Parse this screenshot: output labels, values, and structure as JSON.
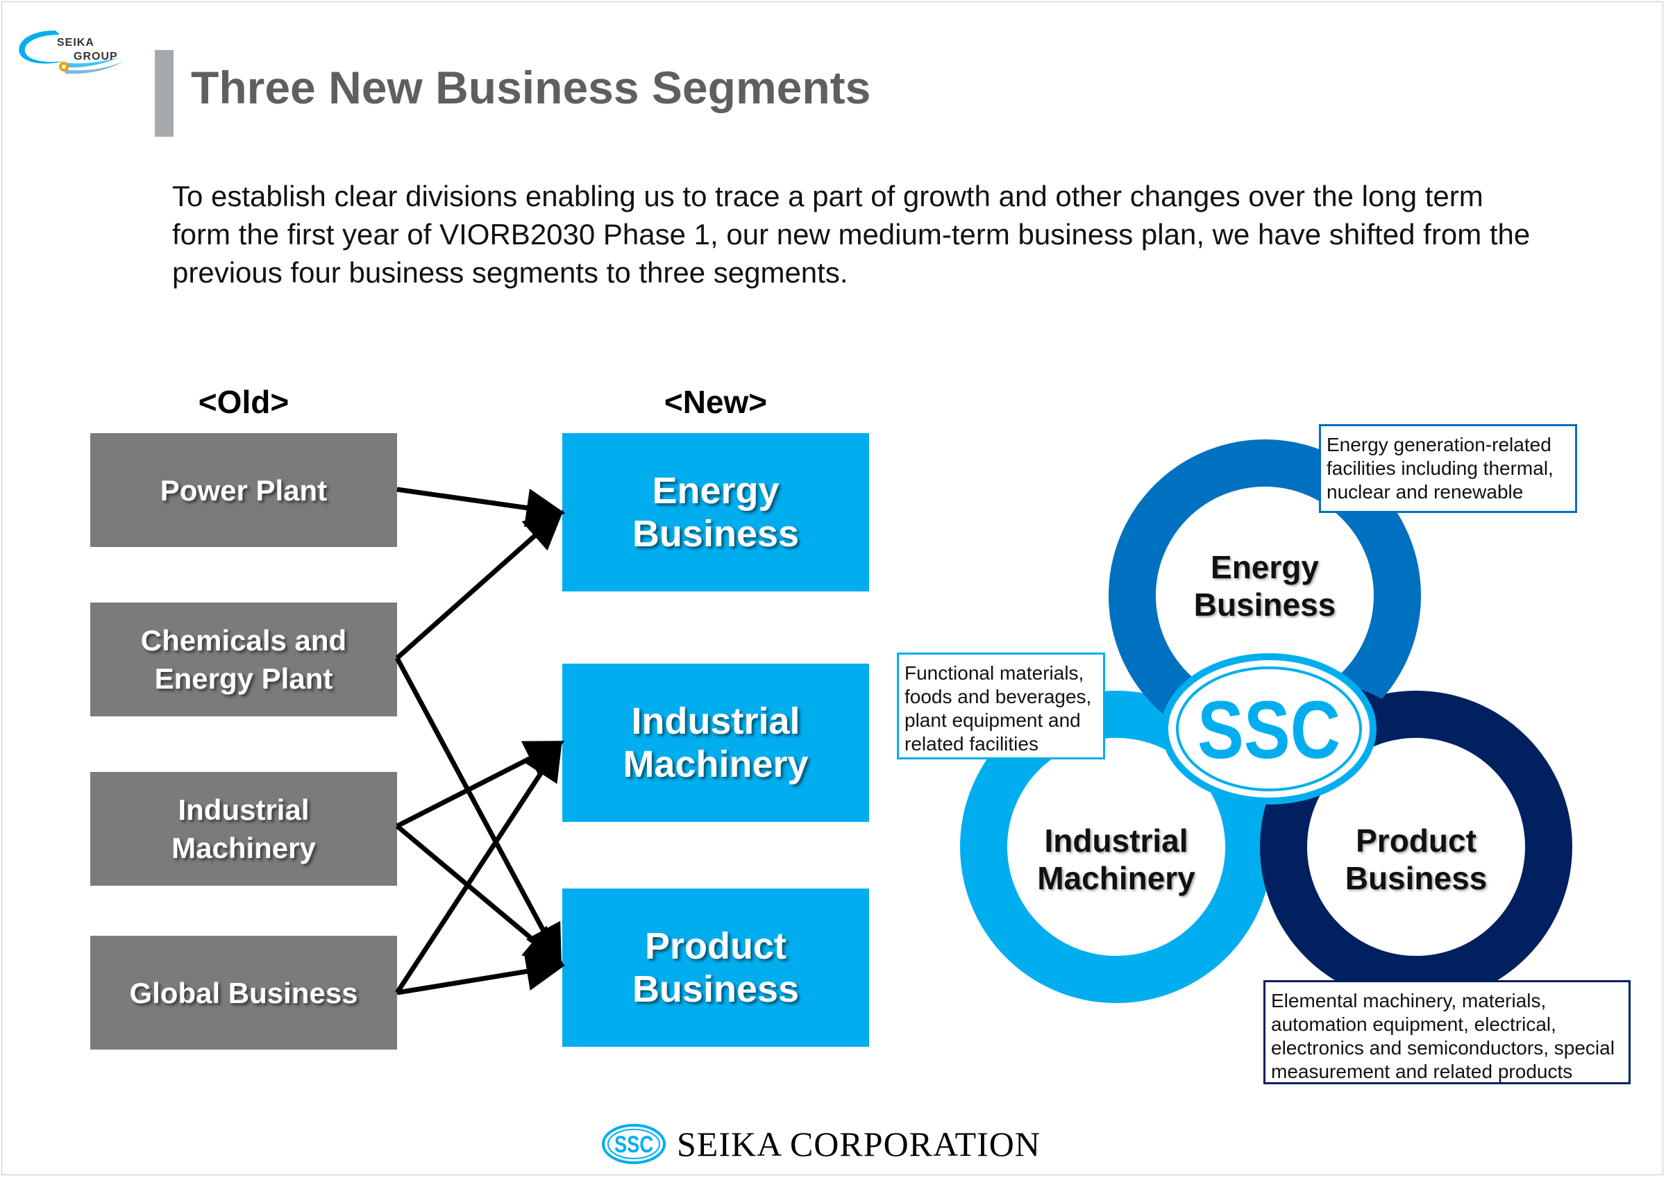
{
  "header": {
    "logo_text_line1": "SEIKA",
    "logo_text_line2": "GROUP",
    "title": "Three New Business Segments"
  },
  "intro": {
    "text": "To establish clear divisions enabling us to trace a part of growth and other changes over the long term form the first year of VIORB2030 Phase 1, our new medium-term business plan, we have shifted from the previous four business segments to three segments."
  },
  "mapping": {
    "old_heading": "<Old>",
    "new_heading": "<New>",
    "old_segments": [
      {
        "label_line1": "Power Plant",
        "label_line2": ""
      },
      {
        "label_line1": "Chemicals and",
        "label_line2": "Energy Plant"
      },
      {
        "label_line1": "Industrial",
        "label_line2": "Machinery"
      },
      {
        "label_line1": "Global Business",
        "label_line2": ""
      }
    ],
    "new_segments": [
      {
        "label_line1": "Energy",
        "label_line2": "Business"
      },
      {
        "label_line1": "Industrial",
        "label_line2": "Machinery"
      },
      {
        "label_line1": "Product",
        "label_line2": "Business"
      }
    ],
    "links": [
      {
        "from": "Power Plant",
        "to": "Energy Business"
      },
      {
        "from": "Chemicals and Energy Plant",
        "to": "Energy Business"
      },
      {
        "from": "Chemicals and Energy Plant",
        "to": "Product Business"
      },
      {
        "from": "Industrial Machinery",
        "to": "Industrial Machinery"
      },
      {
        "from": "Industrial Machinery",
        "to": "Product Business"
      },
      {
        "from": "Global Business",
        "to": "Industrial Machinery"
      },
      {
        "from": "Global Business",
        "to": "Product Business"
      }
    ]
  },
  "rings": {
    "center_label": "SSC",
    "energy": {
      "line1": "Energy",
      "line2": "Business",
      "description": [
        "Energy generation-related",
        "facilities including thermal,",
        "nuclear and renewable"
      ]
    },
    "industrial": {
      "line1": "Industrial",
      "line2": "Machinery",
      "description": [
        "Functional materials,",
        "foods and beverages,",
        "plant equipment and",
        "related facilities"
      ]
    },
    "product": {
      "line1": "Product",
      "line2": "Business",
      "description": [
        "Elemental machinery, materials,",
        "automation equipment, electrical,",
        "electronics and semiconductors, special",
        "measurement and related products"
      ]
    }
  },
  "footer": {
    "logo_text": "SSC",
    "company_name": "SEIKA CORPORATION"
  },
  "colors": {
    "old_box": "#7b7b7b",
    "new_box": "#00aeef",
    "ring_energy": "#0070c0",
    "ring_industrial": "#00aeef",
    "ring_product": "#002060",
    "title_text": "#5f5f5f"
  }
}
